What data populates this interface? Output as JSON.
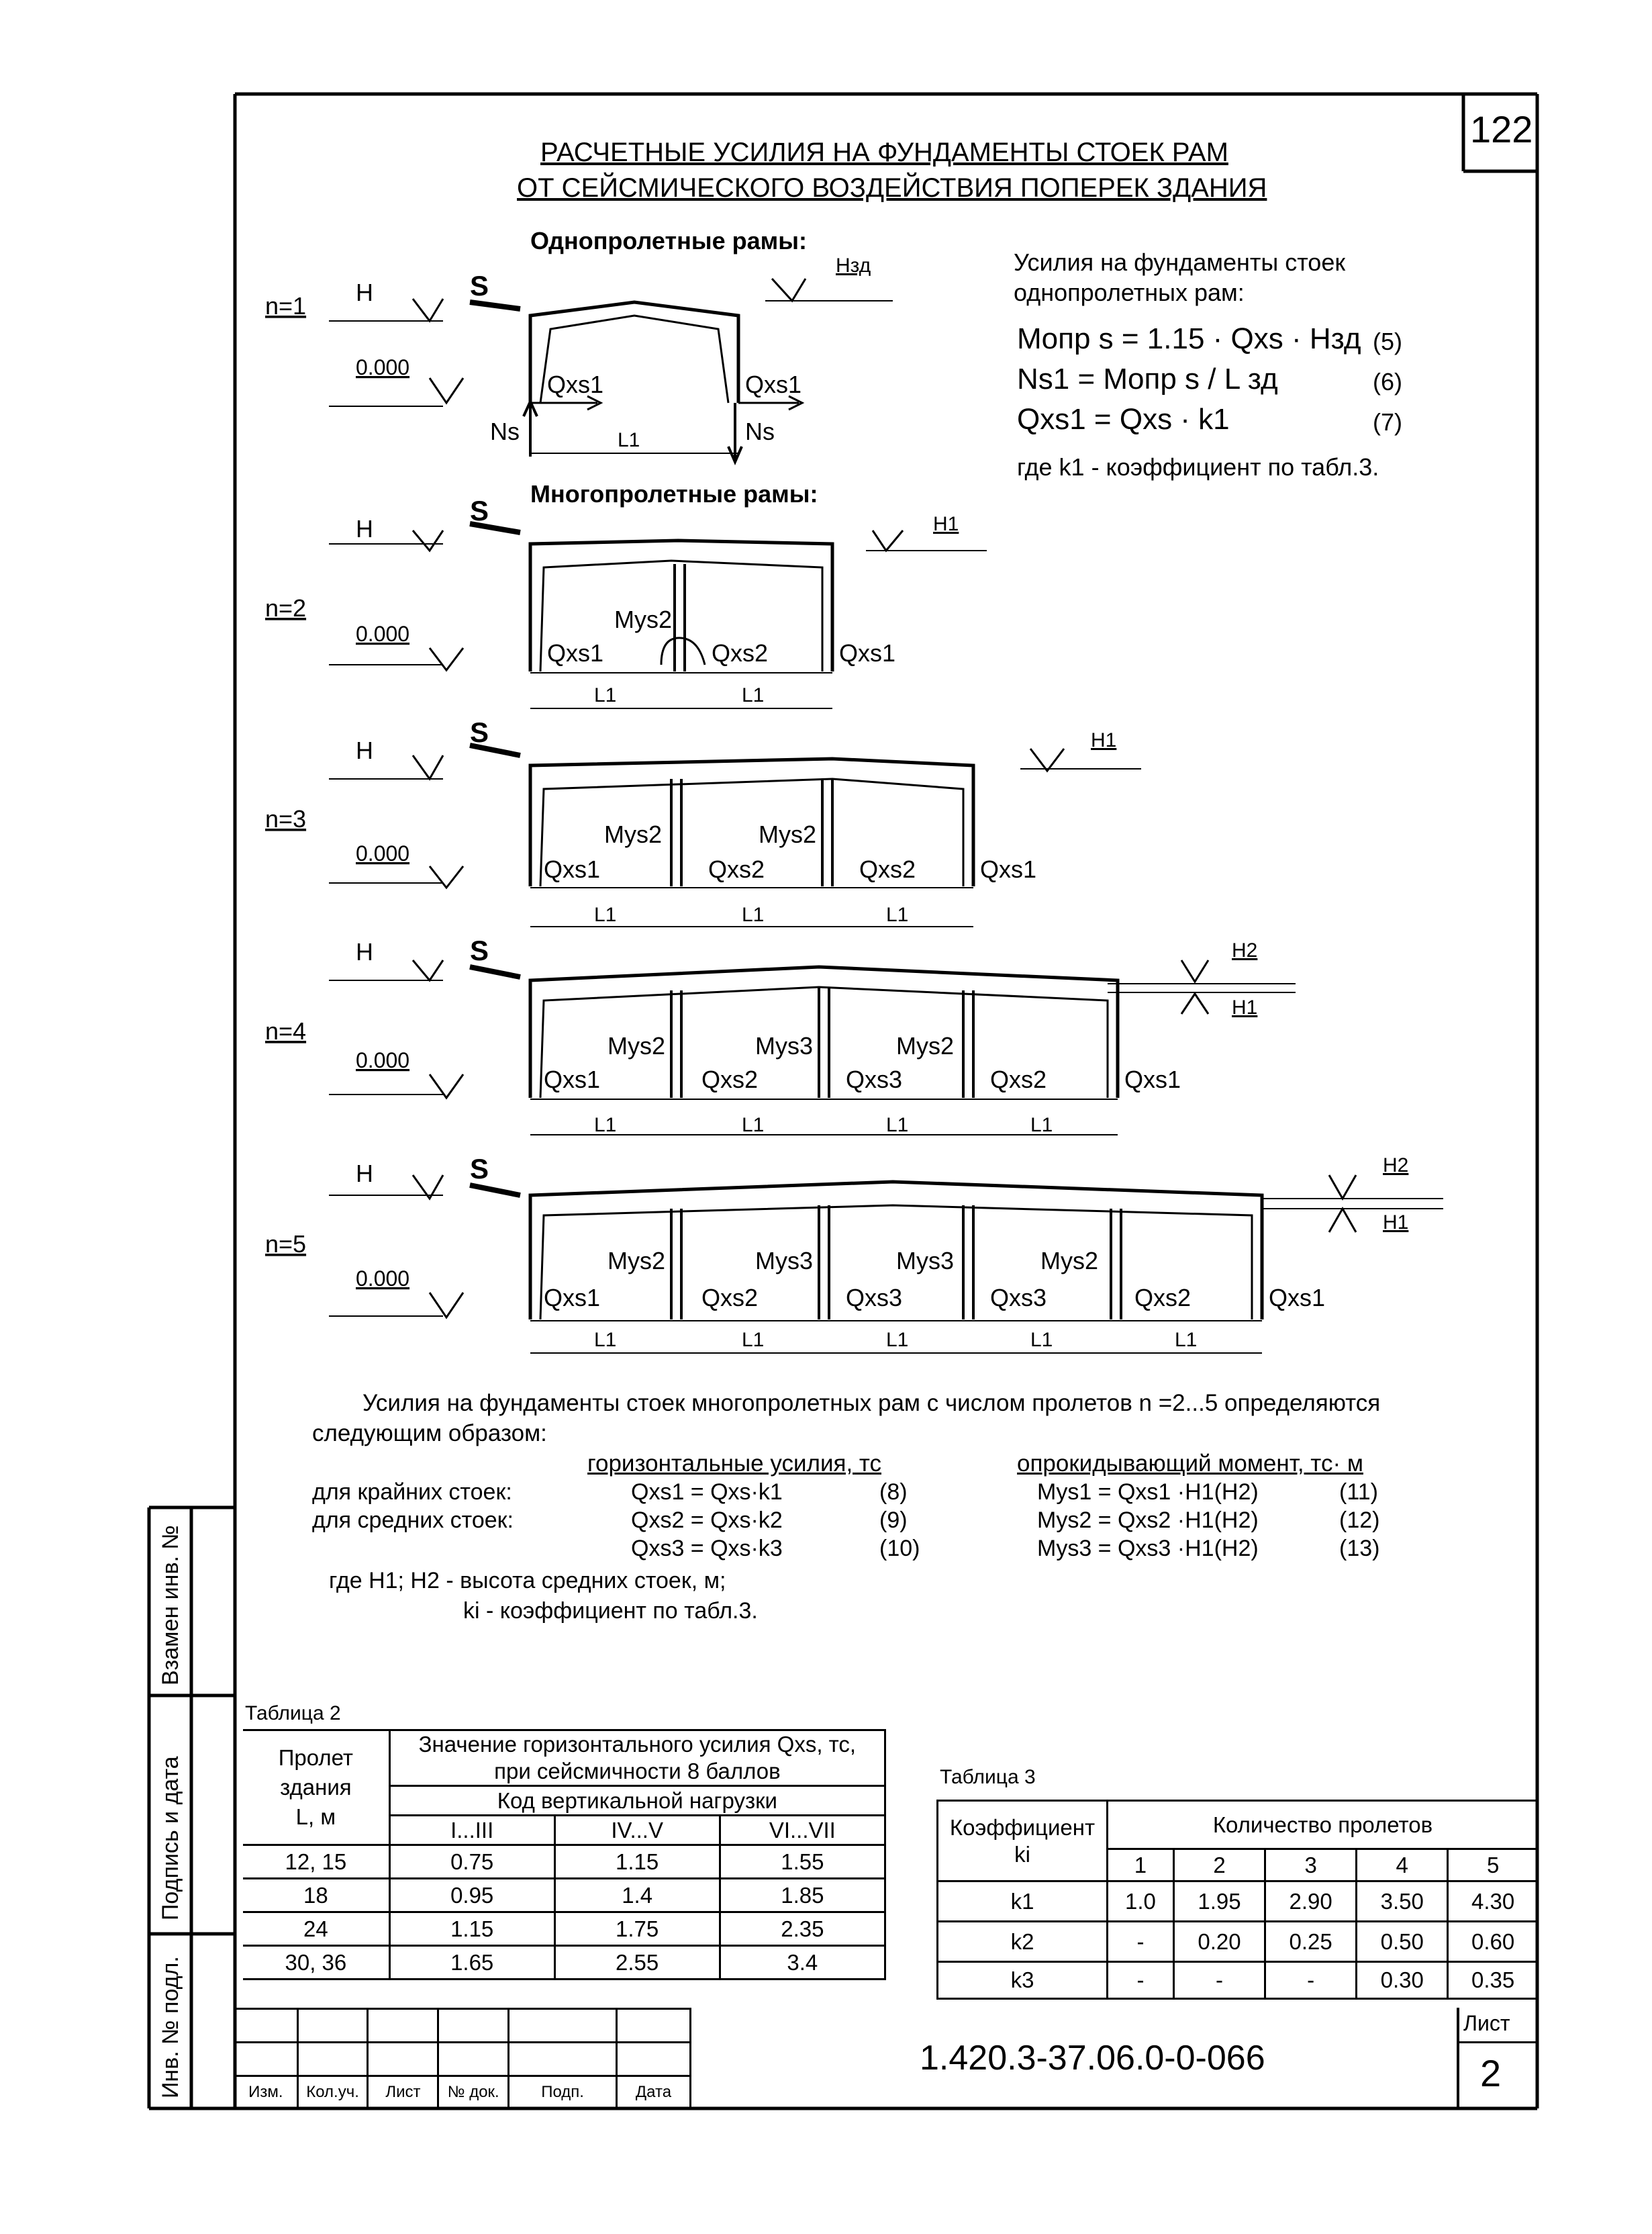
{
  "sheet": {
    "page_number": "122",
    "title_line1": "РАСЧЕТНЫЕ УСИЛИЯ НА ФУНДАМЕНТЫ СТОЕК РАМ",
    "title_line2": "ОТ СЕЙСМИЧЕСКОГО ВОЗДЕЙСТВИЯ ПОПЕРЕК ЗДАНИЯ"
  },
  "single_span": {
    "heading": "Однопролетные рамы:",
    "intro_line1": "Усилия на фундаменты стоек",
    "intro_line2": "однопролетных рам:",
    "formulas": [
      {
        "text": "Mопр s = 1.15 · Qxs · Hзд",
        "num": "(5)"
      },
      {
        "text": "Ns1 = Mопр s / L зд",
        "num": "(6)"
      },
      {
        "text": "Qxs1 = Qxs · k1",
        "num": "(7)"
      }
    ],
    "note": "где k1  - коэффициент по табл.3."
  },
  "multi_span": {
    "heading": "Многопролетные рамы:",
    "paragraph_line1": "Усилия на фундаменты стоек многопролетных рам с числом пролетов  n =2...5  определяются",
    "paragraph_line2": "следующим образом:",
    "col_head_horizontal": "горизонтальные усилия, тс",
    "col_head_moment": "опрокидывающий момент, тс· м",
    "rows": [
      {
        "label": "для крайних стоек:",
        "force": "Qxs1 = Qxs·k1",
        "fnum": "(8)",
        "moment": "Mys1 = Qxs1 ·H1(H2)",
        "mnum": "(11)"
      },
      {
        "label": "для средних стоек:",
        "force": "Qxs2 = Qxs·k2",
        "fnum": "(9)",
        "moment": "Mys2 = Qxs2 ·H1(H2)",
        "mnum": "(12)"
      },
      {
        "label": "",
        "force": "Qxs3 = Qxs·k3",
        "fnum": "(10)",
        "moment": "Mys3 = Qxs3 ·H1(H2)",
        "mnum": "(13)"
      }
    ],
    "where_line1": "где    H1; H2  - высота средних стоек, м;",
    "where_line2": "ki - коэффициент по табл.3."
  },
  "diagram_labels": {
    "n1": "n=1",
    "n2": "n=2",
    "n3": "n=3",
    "n4": "n=4",
    "n5": "n=5",
    "H": "H",
    "S": "S",
    "zero": "0.000",
    "Hzd": "Нзд",
    "H1": "H1",
    "H2": "H2",
    "Ns": "Ns",
    "L1": "L1",
    "Qxs1": "Qxs1",
    "Qxs2": "Qxs2",
    "Qxs3": "Qxs3",
    "Mys2": "Mys2",
    "Mys3": "Mys3"
  },
  "table2": {
    "caption": "Таблица 2",
    "col0_head": "Пролет\nздания\nL, м",
    "group_head_line1": "Значение горизонтального усилия Qxs, тс,",
    "group_head_line2": "при сейсмичности 8 баллов",
    "subgroup_head": "Код вертикальной нагрузки",
    "codes": [
      "I...III",
      "IV...V",
      "VI...VII"
    ],
    "rows": [
      [
        "12, 15",
        "0.75",
        "1.15",
        "1.55"
      ],
      [
        "18",
        "0.95",
        "1.4",
        "1.85"
      ],
      [
        "24",
        "1.15",
        "1.75",
        "2.35"
      ],
      [
        "30, 36",
        "1.65",
        "2.55",
        "3.4"
      ]
    ]
  },
  "table3": {
    "caption": "Таблица 3",
    "col0_head": "Коэффициент\nki",
    "group_head": "Количество пролетов",
    "spans": [
      "1",
      "2",
      "3",
      "4",
      "5"
    ],
    "rows": [
      [
        "k1",
        "1.0",
        "1.95",
        "2.90",
        "3.50",
        "4.30"
      ],
      [
        "k2",
        "-",
        "0.20",
        "0.25",
        "0.50",
        "0.60"
      ],
      [
        "k3",
        "-",
        "-",
        "-",
        "0.30",
        "0.35"
      ]
    ]
  },
  "side_stamp": {
    "cell1": "Взамен инв. №",
    "cell2": "Подпись и дата",
    "cell3": "Инв. № подл."
  },
  "title_block": {
    "headers": [
      "Изм.",
      "Кол.уч.",
      "Лист",
      "№ док.",
      "Подп.",
      "Дата"
    ],
    "code": "1.420.3-37.06.0-0-066",
    "sheet_label": "Лист",
    "sheet_no": "2"
  }
}
